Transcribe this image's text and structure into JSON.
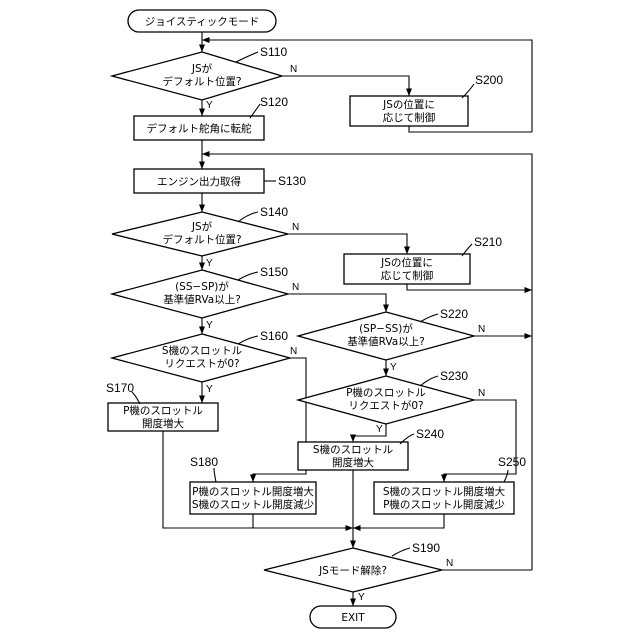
{
  "diagram": {
    "start": {
      "label": "ジョイスティックモード"
    },
    "end": {
      "label": "EXIT"
    },
    "branch_labels": {
      "yes": "Y",
      "no": "N"
    },
    "nodes": {
      "s110": {
        "step": "S110",
        "lines": [
          "JSが",
          "デフォルト位置?"
        ]
      },
      "s200": {
        "step": "S200",
        "lines": [
          "JSの位置に",
          "応じて制御"
        ]
      },
      "s120": {
        "step": "S120",
        "lines": [
          "デフォルト舵角に転舵"
        ]
      },
      "s130": {
        "step": "S130",
        "lines": [
          "エンジン出力取得"
        ]
      },
      "s140": {
        "step": "S140",
        "lines": [
          "JSが",
          "デフォルト位置?"
        ]
      },
      "s210": {
        "step": "S210",
        "lines": [
          "JSの位置に",
          "応じて制御"
        ]
      },
      "s150": {
        "step": "S150",
        "lines": [
          "(SS−SP)が",
          "基準値RVa以上?"
        ]
      },
      "s220": {
        "step": "S220",
        "lines": [
          "(SP−SS)が",
          "基準値RVa以上?"
        ]
      },
      "s160": {
        "step": "S160",
        "lines": [
          "S機のスロットル",
          "リクエストが0?"
        ]
      },
      "s230": {
        "step": "S230",
        "lines": [
          "P機のスロットル",
          "リクエストが0?"
        ]
      },
      "s170": {
        "step": "S170",
        "lines": [
          "P機のスロットル",
          "開度増大"
        ]
      },
      "s240": {
        "step": "S240",
        "lines": [
          "S機のスロットル",
          "開度増大"
        ]
      },
      "s180": {
        "step": "S180",
        "lines": [
          "P機のスロットル開度増大",
          "S機のスロットル開度減少"
        ]
      },
      "s250": {
        "step": "S250",
        "lines": [
          "S機のスロットル開度増大",
          "P機のスロットル開度減少"
        ]
      },
      "s190": {
        "step": "S190",
        "lines": [
          "JSモード解除?"
        ]
      }
    }
  }
}
